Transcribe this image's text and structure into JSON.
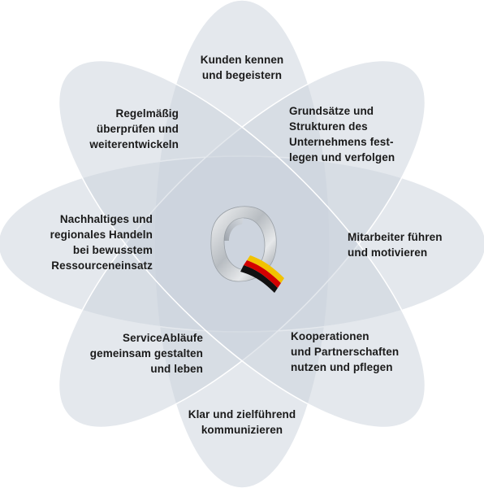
{
  "petals": [
    {
      "id": "top",
      "text": "Kunden kennen\nund begeistern"
    },
    {
      "id": "top-right",
      "text": "Grundsätze und\nStrukturen des\nUnternehmens fest-\nlegen und verfolgen"
    },
    {
      "id": "right",
      "text": "Mitarbeiter führen\nund motivieren"
    },
    {
      "id": "bottom-right",
      "text": "Kooperationen\nund Partnerschaften\nnutzen und pflegen"
    },
    {
      "id": "bottom",
      "text": "Klar und zielführend\nkommunizieren"
    },
    {
      "id": "bottom-left",
      "text": "ServiceAbläufe\ngemeinsam gestalten\nund leben"
    },
    {
      "id": "left",
      "text": "Nachhaltiges und\nregionales Handeln\nbei bewusstem\nRessourceneinsatz"
    },
    {
      "id": "top-left",
      "text": "Regelmäßig\nüberprüfen und\nweiterentwickeln"
    }
  ],
  "colors": {
    "petal_fill": "#c9d1db",
    "petal_stroke": "#ffffff",
    "text": "#1a1a1a",
    "flag_black": "#111111",
    "flag_red": "#d40000",
    "flag_gold": "#f2c200"
  },
  "center_logo": {
    "icon": "q-ring-logo-icon",
    "flag": "german-flag-ribbon"
  }
}
